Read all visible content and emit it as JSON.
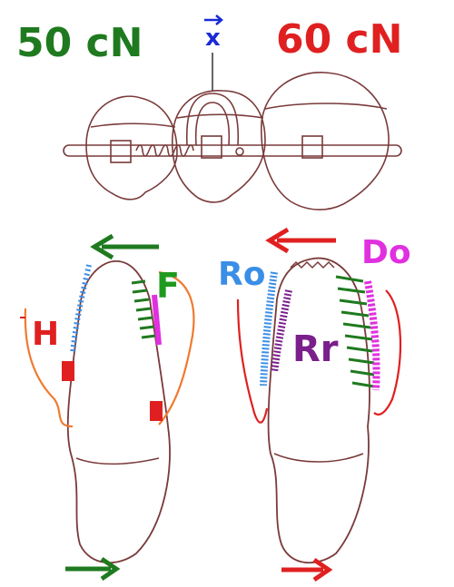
{
  "labels": {
    "force_left": "50 cN",
    "force_right": "60 cN",
    "vector": "x",
    "h": "H",
    "f": "F",
    "ro": "Ro",
    "do": "Do",
    "rr": "Rr"
  },
  "colors": {
    "green": "#1f7a1f",
    "red": "#e02020",
    "blue": "#1a2ad6",
    "orange": "#f07a30",
    "magenta": "#e030e0",
    "ro_blue": "#3a8ee6",
    "purple": "#7a1f8c",
    "outline": "#7a3a3a"
  },
  "icons": {
    "top_green_arrow": "arrow-left-icon",
    "top_red_arrow": "arrow-left-icon",
    "bottom_green_arrow": "arrow-right-icon",
    "bottom_red_arrow": "arrow-right-icon"
  }
}
